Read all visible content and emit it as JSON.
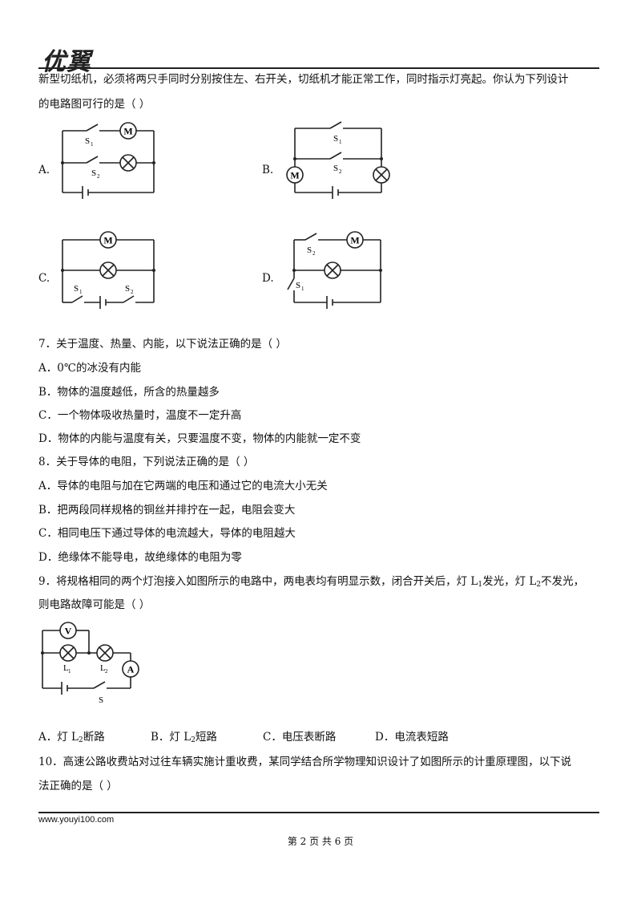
{
  "header": {
    "logo": "优翼"
  },
  "q6": {
    "text_line1": "新型切纸机，必须将两只手同时分别按住左、右开关，切纸机才能正常工作，同时指示灯亮起。你认为下列设计",
    "text_line2": "的电路图可行的是（    ）",
    "options": [
      {
        "label": "A."
      },
      {
        "label": "B."
      },
      {
        "label": "C."
      },
      {
        "label": "D."
      }
    ],
    "symbols": {
      "motor": "M",
      "s1": "S",
      "s1_sub": "1",
      "s2": "S",
      "s2_sub": "2"
    }
  },
  "q7": {
    "stem": "7．关于温度、热量、内能，以下说法正确的是（    ）",
    "options": [
      "A．0℃的冰没有内能",
      "B．物体的温度越低，所含的热量越多",
      "C．一个物体吸收热量时，温度不一定升高",
      "D．物体的内能与温度有关，只要温度不变，物体的内能就一定不变"
    ]
  },
  "q8": {
    "stem": "8．关于导体的电阻，下列说法正确的是（    ）",
    "options": [
      "A．导体的电阻与加在它两端的电压和通过它的电流大小无关",
      "B．把两段同样规格的铜丝并排拧在一起，电阻会变大",
      "C．相同电压下通过导体的电流越大，导体的电阻越大",
      "D．绝缘体不能导电，故绝缘体的电阻为零"
    ]
  },
  "q9": {
    "stem_part1": "9．将规格相同的两个灯泡接入如图所示的电路中，两电表均有明显示数，闭合开关后，灯 L",
    "stem_sub1": "1",
    "stem_part2": "发光，灯 L",
    "stem_sub2": "2",
    "stem_part3": "不发光，",
    "stem_line2": "则电路故障可能是（    ）",
    "symbols": {
      "voltmeter": "V",
      "ammeter": "A",
      "l": "L",
      "l1_sub": "1",
      "l2_sub": "2",
      "switch": "S"
    },
    "answers": {
      "a_pre": "A．灯 L",
      "a_sub": "2",
      "a_post": "断路",
      "b_pre": "B．灯 L",
      "b_sub": "2",
      "b_post": "短路",
      "c": "C．电压表断路",
      "d": "D．电流表短路"
    }
  },
  "q10": {
    "line1": "10．高速公路收费站对过往车辆实施计重收费，某同学结合所学物理知识设计了如图所示的计重原理图，以下说",
    "line2": "法正确的是（    ）"
  },
  "footer": {
    "url": "www.youyi100.com",
    "page": "第 2 页 共 6 页"
  }
}
